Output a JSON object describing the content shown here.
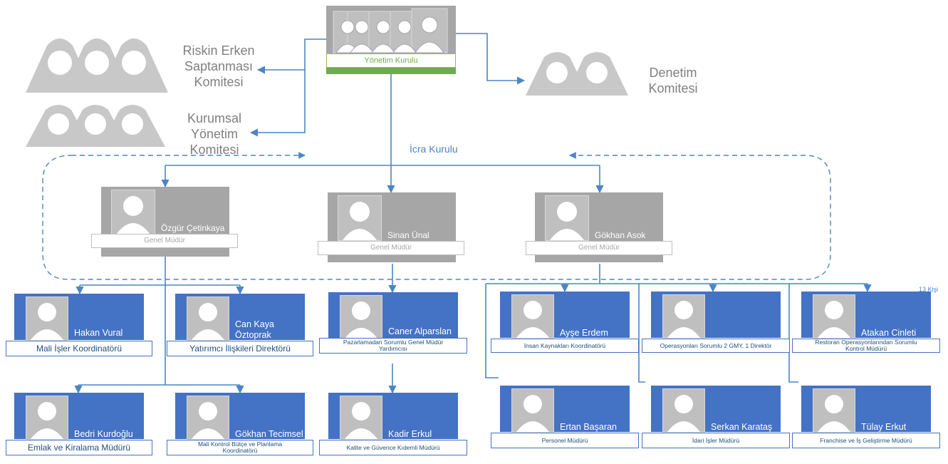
{
  "board": {
    "label": "Yönetim Kurulu"
  },
  "committees": {
    "risk": [
      "Riskin Erken",
      "Saptanması",
      "Komitesi"
    ],
    "corporate": [
      "Kurumsal",
      "Yönetim",
      "Komitesi"
    ],
    "audit": [
      "Denetim",
      "Komitesi"
    ]
  },
  "executive_committee_label": "İcra Kurulu",
  "general_managers": [
    {
      "name": "Özgür Çetinkaya",
      "title": "Genel Müdür"
    },
    {
      "name": "Sinan Ünal",
      "title": "Genel Müdür"
    },
    {
      "name": "Gökhan Asok",
      "title": "Genel Müdür"
    }
  ],
  "staff": {
    "hakan": {
      "name": [
        "Hakan Vural"
      ],
      "title": [
        "Mali İşler Koordinatörü"
      ]
    },
    "can": {
      "name": [
        "Can Kaya",
        "Öztoprak"
      ],
      "title": [
        "Yatırımcı İlişkileri Direktörü"
      ]
    },
    "bedri": {
      "name": [
        "Bedri Kurdoğlu"
      ],
      "title": [
        "Emlak ve Kiralama Müdürü"
      ]
    },
    "gokhan_t": {
      "name": [
        "Gökhan Tecimsel"
      ],
      "title": [
        "Mali Kontrol Bütçe ve Planlama",
        "Koordinatörü"
      ]
    },
    "caner": {
      "name": [
        "Caner Alparslan"
      ],
      "title": [
        "Pazarlamadan Sorumlu  Genel Müdür",
        "Yardımcısı"
      ]
    },
    "kadir": {
      "name": [
        "Kadir Erkul"
      ],
      "title": [
        "Kalite ve Güvence Kıdemli Müdürü"
      ]
    },
    "ayse": {
      "name": [
        "Ayşe Erdem"
      ],
      "title": [
        "İnsan Kaynakları Koordinatörü"
      ]
    },
    "ops": {
      "name": [
        ""
      ],
      "title": [
        "Operasyonları Sorumlu  2 GMY, 1 Direktör"
      ]
    },
    "atakan": {
      "name": [
        "Atakan Cinleti"
      ],
      "title": [
        "Restoran Operasyonlarından Sorumlu",
        "Kontrol Müdürü"
      ]
    },
    "ertan": {
      "name": [
        "Ertan Başaran"
      ],
      "title": [
        "Personel Müdürü"
      ]
    },
    "serkan": {
      "name": [
        "Serkan Karataş"
      ],
      "title": [
        "İdari İşler Müdürü"
      ]
    },
    "tulay": {
      "name": [
        "Tülay Erkut"
      ],
      "title": [
        "Franchise ve İş Geliştirme Müdürü"
      ]
    }
  },
  "team_count": "13 Kişi",
  "colors": {
    "connector": "#4a86c5",
    "card_blue": "#4472c4",
    "card_grey": "#a6a6a6",
    "board_green": "#70ad47"
  }
}
